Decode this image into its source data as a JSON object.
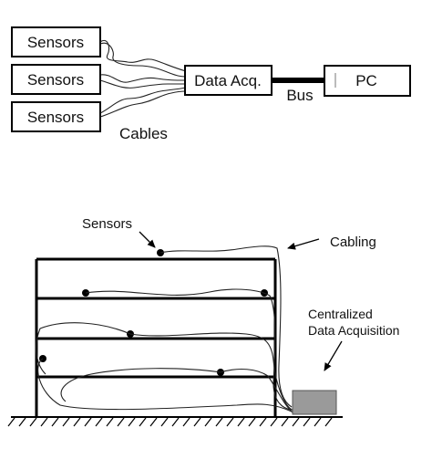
{
  "system_diagram": {
    "sensor_boxes": [
      "Sensors",
      "Sensors",
      "Sensors"
    ],
    "cables_label": "Cables",
    "data_acq_label": "Data Acq.",
    "bus_label": "Bus",
    "pc_label": "PC"
  },
  "building_diagram": {
    "sensors_label": "Sensors",
    "cabling_label": "Cabling",
    "centralized_label_line1": "Centralized",
    "centralized_label_line2": "Data Acquisition"
  }
}
